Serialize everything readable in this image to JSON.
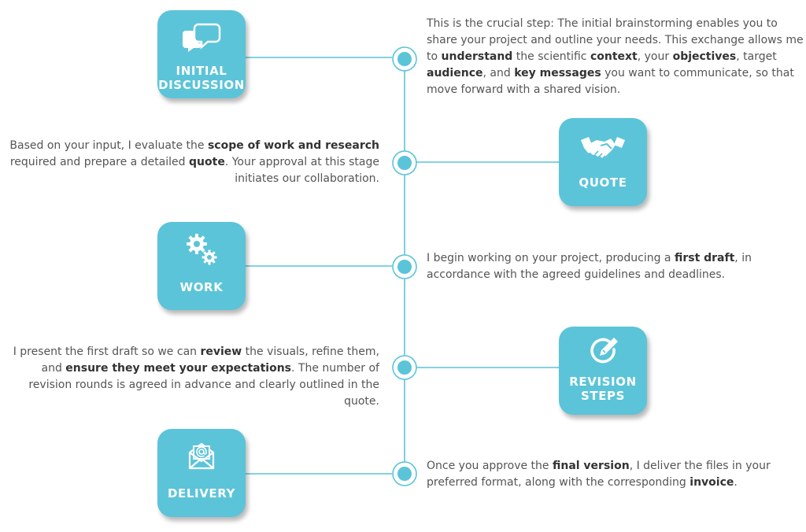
{
  "colors": {
    "accent": "#5bc4d8",
    "text": "#555555",
    "bold_text": "#333333"
  },
  "steps": [
    {
      "title": "INITIAL\nDISCUSSION",
      "icon": "speech-bubbles-icon",
      "description": [
        {
          "t": "This is the crucial step: The initial brainstorming enables you to share your project and outline your needs. This exchange allows me to "
        },
        {
          "t": "understand",
          "b": true
        },
        {
          "t": " the scientific "
        },
        {
          "t": "context",
          "b": true
        },
        {
          "t": ", your "
        },
        {
          "t": "objectives",
          "b": true
        },
        {
          "t": ", target "
        },
        {
          "t": "audience",
          "b": true
        },
        {
          "t": ", and "
        },
        {
          "t": "key messages",
          "b": true
        },
        {
          "t": " you want to communicate, so that move forward with a shared vision."
        }
      ]
    },
    {
      "title": "QUOTE",
      "icon": "handshake-icon",
      "description": [
        {
          "t": "Based on your input, I evaluate the "
        },
        {
          "t": "scope of work and research",
          "b": true
        },
        {
          "t": " required and prepare a detailed "
        },
        {
          "t": "quote",
          "b": true
        },
        {
          "t": ". Your approval at this stage initiates our collaboration."
        }
      ]
    },
    {
      "title": "WORK",
      "icon": "gears-icon",
      "description": [
        {
          "t": "I begin working on your project, producing a "
        },
        {
          "t": "first draft",
          "b": true
        },
        {
          "t": ", in accordance with the agreed guidelines and deadlines."
        }
      ]
    },
    {
      "title": "REVISION\nSTEPS",
      "icon": "edit-pencil-icon",
      "description": [
        {
          "t": "I present the first draft so we can "
        },
        {
          "t": "review",
          "b": true
        },
        {
          "t": " the visuals, refine them, and "
        },
        {
          "t": "ensure they meet your expectations",
          "b": true
        },
        {
          "t": ". The number of revision rounds is agreed in advance and clearly outlined in the quote."
        }
      ]
    },
    {
      "title": "DELIVERY",
      "icon": "envelope-at-icon",
      "description": [
        {
          "t": "Once you approve the "
        },
        {
          "t": "final version",
          "b": true
        },
        {
          "t": ", I deliver the files in your preferred format, along with the corresponding "
        },
        {
          "t": "invoice",
          "b": true
        },
        {
          "t": "."
        }
      ]
    }
  ]
}
